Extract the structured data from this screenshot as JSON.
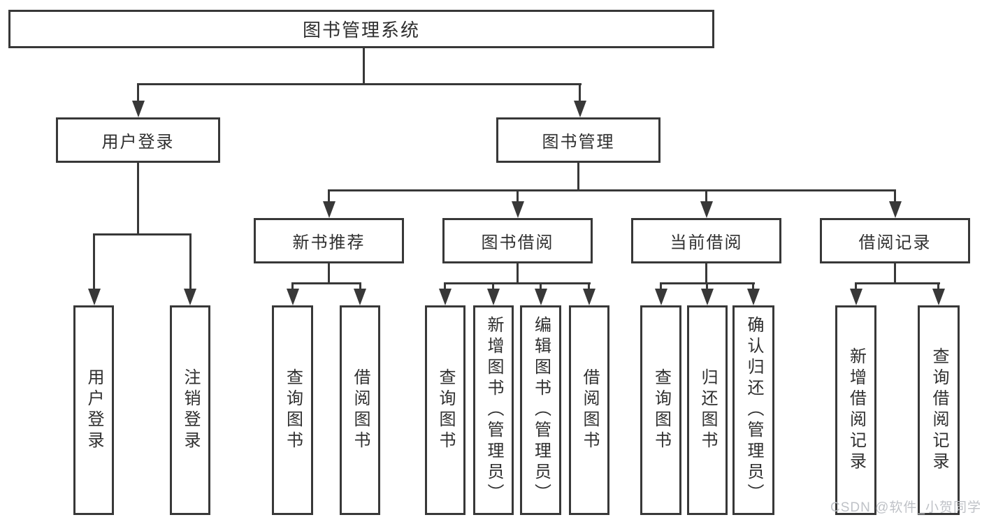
{
  "diagram": {
    "type": "tree",
    "root_label": "图书管理系统",
    "hierarchy": {
      "图书管理系统": {
        "用户登录": [
          "用户登录",
          "注销登录"
        ],
        "图书管理": {
          "新书推荐": [
            "查询图书",
            "借阅图书"
          ],
          "图书借阅": [
            "查询图书",
            "新增图书（管理员）",
            "编辑图书（管理员）",
            "借阅图书"
          ],
          "当前借阅": [
            "查询图书",
            "归还图书",
            "确认归还（管理员）"
          ],
          "借阅记录": [
            "新增借阅记录",
            "查询借阅记录"
          ]
        }
      }
    }
  },
  "labels": {
    "root": "图书管理系统",
    "l2": [
      "用户登录",
      "图书管理"
    ],
    "l3": [
      "新书推荐",
      "图书借阅",
      "当前借阅",
      "借阅记录"
    ],
    "leaves": [
      "用户登录",
      "注销登录",
      "查询图书",
      "借阅图书",
      "查询图书",
      "新增图书（管理员）",
      "编辑图书（管理员）",
      "借阅图书",
      "查询图书",
      "归还图书",
      "确认归还（管理员）",
      "新增借阅记录",
      "查询借阅记录"
    ]
  },
  "watermark": "CSDN @软件_小贺同学",
  "colors": {
    "line": "#383838",
    "text": "#2f2f2f",
    "watermark": "#bfc2c7",
    "background": "#ffffff"
  }
}
